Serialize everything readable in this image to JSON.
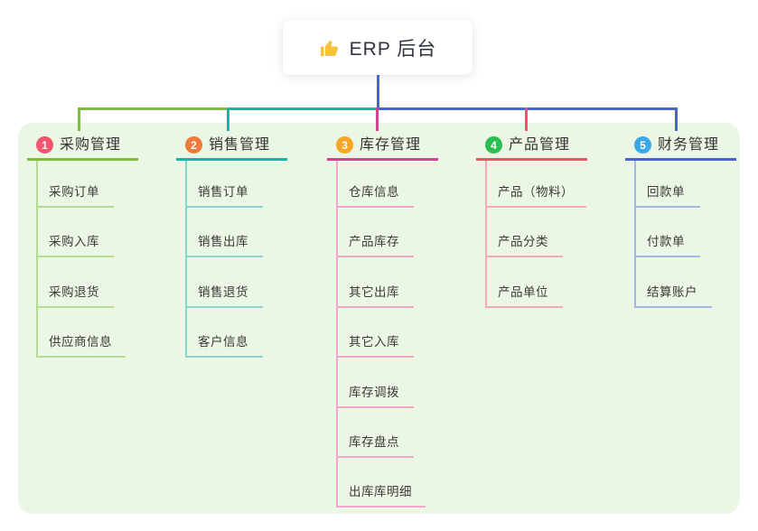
{
  "root": {
    "icon": "thumbs-up",
    "label": "ERP 后台"
  },
  "colors": {
    "root_line": "#4a63d2",
    "panel_bg": "#ebf7e4",
    "root_text": "#2f3342",
    "thumb_yellow": "#f5c33b"
  },
  "branches": [
    {
      "num": "1",
      "label": "采购管理",
      "circle_color": "#f0566e",
      "line_color": "#7cbe42",
      "sub_line_color": "#b5dc96",
      "children": [
        "采购订单",
        "采购入库",
        "采购退货",
        "供应商信息"
      ]
    },
    {
      "num": "2",
      "label": "销售管理",
      "circle_color": "#f0793b",
      "line_color": "#10b9a6",
      "sub_line_color": "#86d6ca",
      "children": [
        "销售订单",
        "销售出库",
        "销售退货",
        "客户信息"
      ]
    },
    {
      "num": "3",
      "label": "库存管理",
      "circle_color": "#f5a623",
      "line_color": "#da4090",
      "sub_line_color": "#f2a6c9",
      "children": [
        "仓库信息",
        "产品库存",
        "其它出库",
        "其它入库",
        "库存调拨",
        "库存盘点",
        "出库库明细"
      ]
    },
    {
      "num": "4",
      "label": "产品管理",
      "circle_color": "#2cbe52",
      "line_color": "#f4506a",
      "sub_line_color": "#f8a9b3",
      "children": [
        "产品（物料）",
        "产品分类",
        "产品单位"
      ]
    },
    {
      "num": "5",
      "label": "财务管理",
      "circle_color": "#38a8e8",
      "line_color": "#4a63d2",
      "sub_line_color": "#a4b6e8",
      "children": [
        "回款单",
        "付款单",
        "结算账户"
      ]
    }
  ]
}
